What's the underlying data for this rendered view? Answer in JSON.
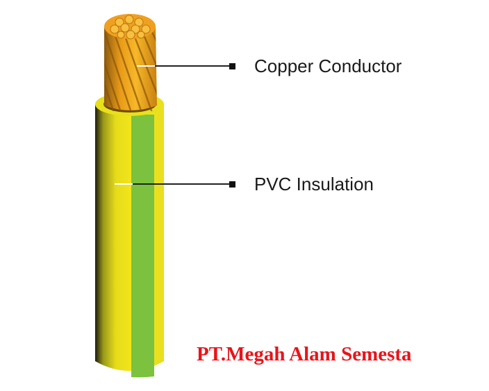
{
  "labels": {
    "conductor": "Copper Conductor",
    "insulation": "PVC Insulation"
  },
  "brand": {
    "text": "PT.Megah Alam Semesta",
    "color": "#e8141a"
  },
  "colors": {
    "copper": "#e79a16",
    "insulation_yellow": "#ece21a",
    "stripe_green": "#7cc23e"
  }
}
